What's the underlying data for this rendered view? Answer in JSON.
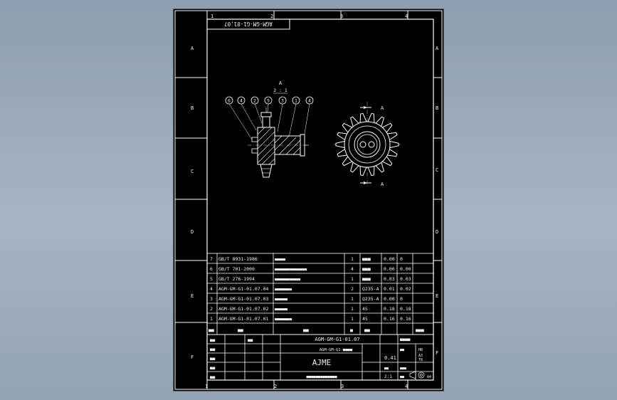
{
  "sheet": {
    "title_code_rotated": "AGM-GM-G1-01.07",
    "col_labels": [
      "1",
      "2",
      "3",
      "4"
    ],
    "row_labels": [
      "A",
      "B",
      "C",
      "D",
      "E",
      "F"
    ]
  },
  "view_labels": {
    "section_top": "A",
    "section_scale": "2 : 1",
    "arrow_top": "A",
    "arrow_bottom": "A"
  },
  "balloons": [
    "6",
    "4",
    "2",
    "5",
    "3",
    "1",
    "4"
  ],
  "bom_rows": [
    {
      "no": "7",
      "code": "GB/T 8931-1986",
      "name": "■■■■■",
      "qty": "1",
      "material": "■■■",
      "unit_wt": "0.00",
      "total_wt": "0"
    },
    {
      "no": "6",
      "code": "GB/T 701-2000",
      "name": "■■■■■■■■■■■■■■■",
      "qty": "4",
      "material": "■■■",
      "unit_wt": "0.00",
      "total_wt": "0.00"
    },
    {
      "no": "5",
      "code": "GB/T 276-1994",
      "name": "■■■■■■■■■■■■",
      "qty": "1",
      "material": "■■■",
      "unit_wt": "0.03",
      "total_wt": "0.03"
    },
    {
      "no": "4",
      "code": "AGM-GM-G1-01.07.04",
      "name": "■■■■■■■■",
      "qty": "2",
      "material": "Q235-A",
      "unit_wt": "0.01",
      "total_wt": "0.02"
    },
    {
      "no": "3",
      "code": "AGM-GM-G1-01.07.03",
      "name": "■■■■■■",
      "qty": "1",
      "material": "Q235-A",
      "unit_wt": "0.00",
      "total_wt": "0"
    },
    {
      "no": "2",
      "code": "AGM-GM-G1-01.07.02",
      "name": "■■■■■■",
      "qty": "1",
      "material": "45",
      "unit_wt": "0.18",
      "total_wt": "0.18"
    },
    {
      "no": "1",
      "code": "AGM-GM-G1-01.07.01",
      "name": "■■■■■■■■",
      "qty": "1",
      "material": "45",
      "unit_wt": "0.16",
      "total_wt": "0.16"
    }
  ],
  "bom_header": {
    "no": "■■",
    "code": "■■",
    "name": "■■",
    "qty": "■",
    "material": "■■",
    "remark": "■■■"
  },
  "title_block": {
    "drawing_no": "AGM-GM-G1-01.07",
    "part_name": "AGM-GM-G1-■■■■",
    "logo": "AJME",
    "weight": "0.41",
    "scale": "2:1",
    "label_design": "■■",
    "label_check": "■■",
    "label_process": "■■",
    "label_std": "■■",
    "label_approve": "■■",
    "label_date": "■■",
    "company": "■■■■■■■■■■■■■",
    "right_codes": [
      "■■■■",
      "HB",
      "A3",
      "T8",
      "■■",
      "■■■"
    ],
    "sheet_info": "■■",
    "projection": "■■",
    "format": "A4"
  },
  "colors": {
    "background": "#000000",
    "lines": "#ffffff",
    "desktop": "#9aa8b8"
  }
}
